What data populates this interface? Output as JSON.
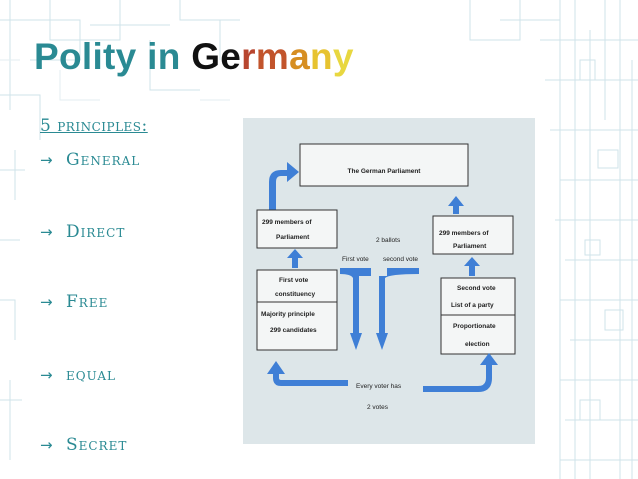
{
  "slide": {
    "title": {
      "part1": "Polity in ",
      "letters": [
        {
          "ch": "G",
          "color": "#111111"
        },
        {
          "ch": "e",
          "color": "#111111"
        },
        {
          "ch": "r",
          "color": "#b8462f"
        },
        {
          "ch": "m",
          "color": "#c2542c"
        },
        {
          "ch": "a",
          "color": "#d68e22"
        },
        {
          "ch": "n",
          "color": "#e7c330"
        },
        {
          "ch": "y",
          "color": "#e8d740"
        }
      ],
      "part1_color": "#2a8a93"
    },
    "subtitle": "5 principles:",
    "bullets": [
      {
        "arrow": "→",
        "label": "General"
      },
      {
        "arrow": "→",
        "label": "Direct"
      },
      {
        "arrow": "→",
        "label": "Free"
      },
      {
        "arrow": "→",
        "label": "equal"
      },
      {
        "arrow": "→",
        "label": "Secret"
      }
    ]
  },
  "diagram": {
    "parliament": "The German Parliament",
    "left_members_1": "299 members of",
    "left_members_2": "Parliament",
    "right_members_1": "299 members of",
    "right_members_2": "Parliament",
    "ballots": "2 ballots",
    "first_vote": "First vote",
    "second_vote": "second vote",
    "left_box_1": "First vote",
    "left_box_2": "constituency",
    "left_box_3": "Majority principle",
    "left_box_4": "299 candidates",
    "right_box_1": "Second vote",
    "right_box_2": "List of a party",
    "right_box_3": "Proportionate",
    "right_box_4": "election",
    "voter_1": "Every voter has",
    "voter_2": "2 votes"
  },
  "colors": {
    "accent": "#2a8a93",
    "arrow_blue": "#3f7fd6",
    "photo_bg": "#dfe7ea"
  }
}
